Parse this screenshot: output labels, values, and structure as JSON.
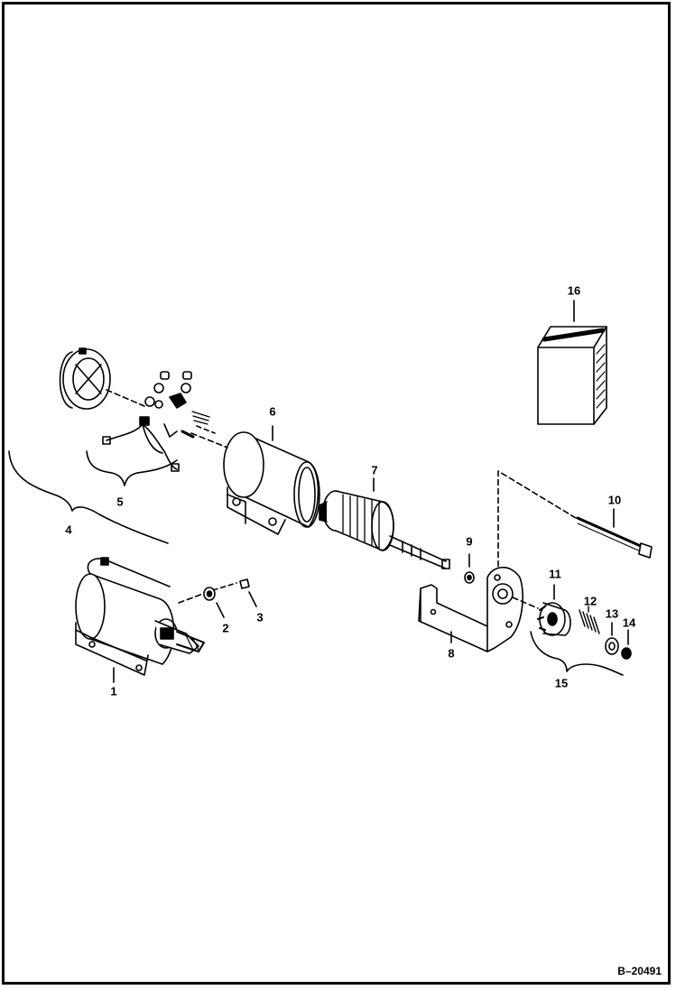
{
  "figure": {
    "id": "B–20491"
  },
  "colors": {
    "ink": "#000000",
    "paper": "#ffffff"
  },
  "parts": [
    {
      "number": "1"
    },
    {
      "number": "2"
    },
    {
      "number": "3"
    },
    {
      "number": "4"
    },
    {
      "number": "5"
    },
    {
      "number": "6"
    },
    {
      "number": "7"
    },
    {
      "number": "8"
    },
    {
      "number": "9"
    },
    {
      "number": "10"
    },
    {
      "number": "11"
    },
    {
      "number": "12"
    },
    {
      "number": "13"
    },
    {
      "number": "14"
    },
    {
      "number": "15"
    },
    {
      "number": "16"
    }
  ]
}
